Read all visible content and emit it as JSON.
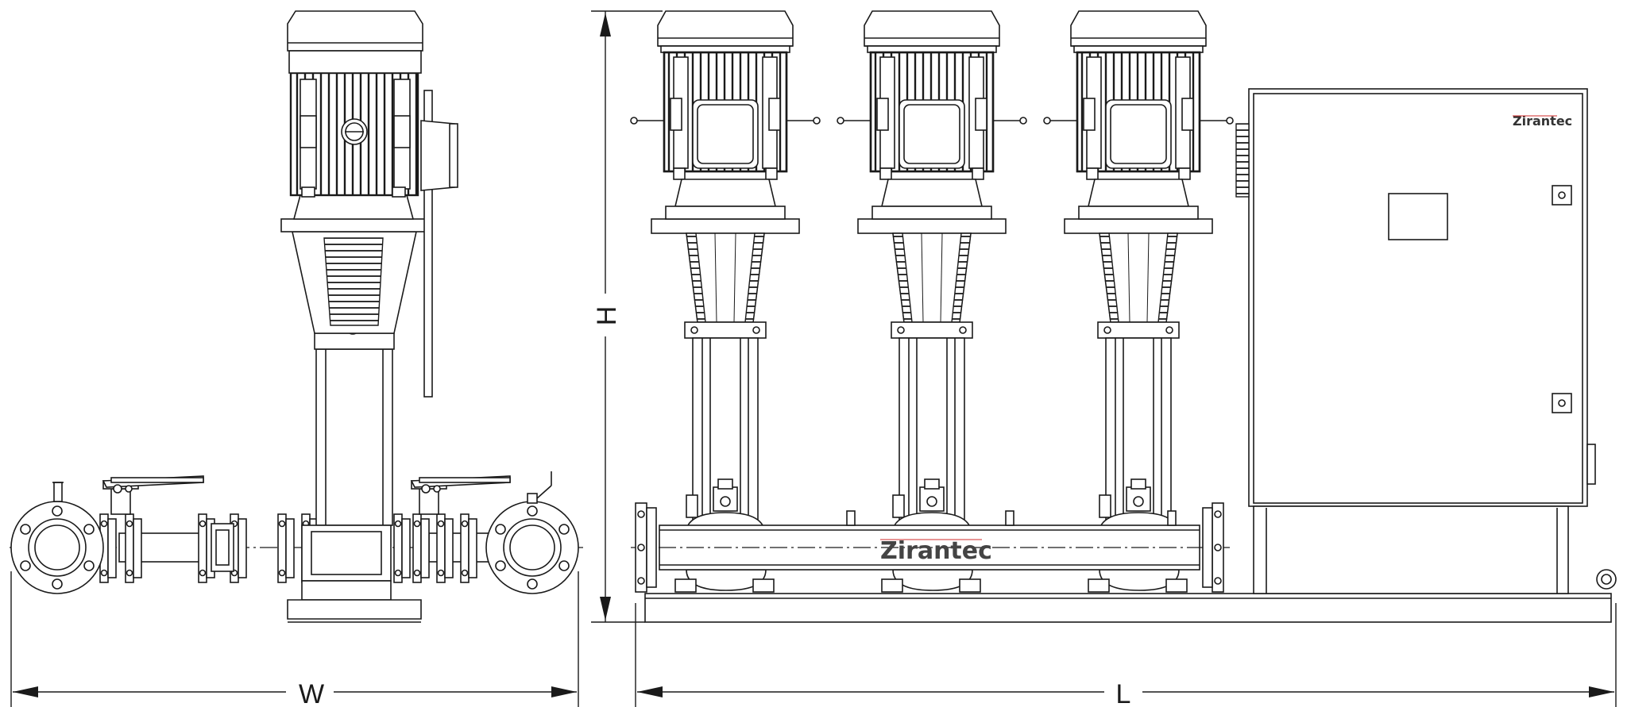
{
  "dimensions": {
    "width_label": "W",
    "height_label": "H",
    "length_label": "L"
  },
  "branding": {
    "header_logo": "Zirantec",
    "panel_logo": "Zirantec"
  },
  "colors": {
    "line": "#1a1a1a",
    "logo_text": "#444444",
    "logo_accent": "#d22b2b",
    "background": "#ffffff"
  }
}
